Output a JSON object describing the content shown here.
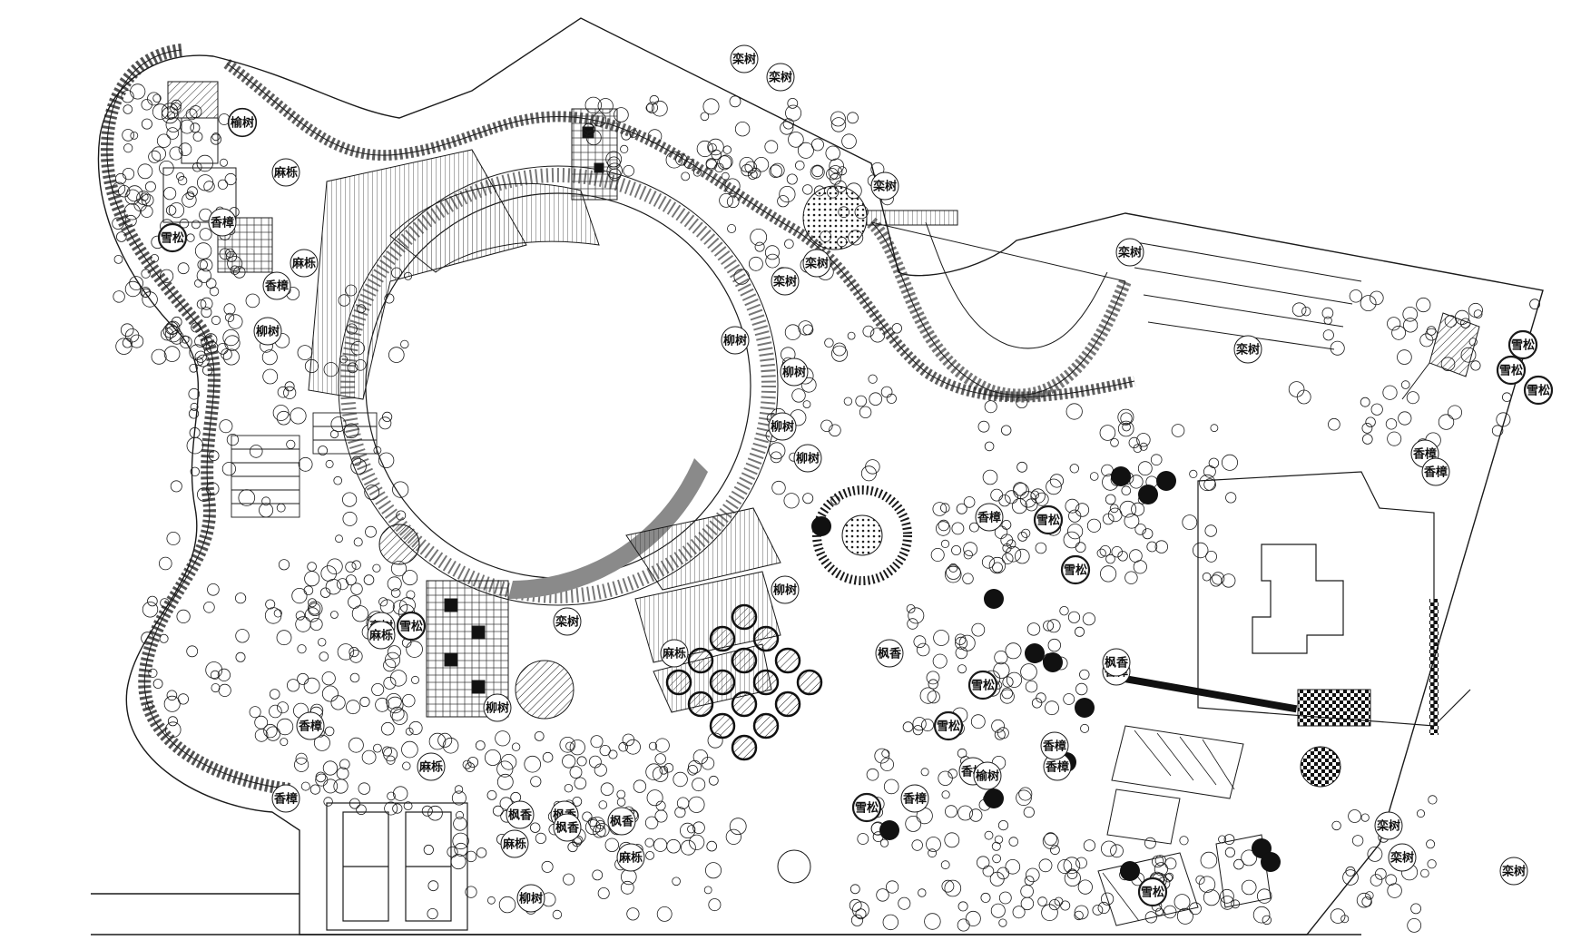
{
  "plan": {
    "colors": {
      "line": "#1a1a1a",
      "fill_dark": "#111111",
      "fill_gray": "#8a8a8a",
      "paper": "#ffffff"
    },
    "tree_labels": [
      {
        "text": "雪松"
      },
      {
        "text": "雪松"
      },
      {
        "text": "雪松"
      },
      {
        "text": "雪松"
      },
      {
        "text": "雪松"
      },
      {
        "text": "雪松"
      },
      {
        "text": "雪松"
      },
      {
        "text": "雪松"
      },
      {
        "text": "雪松"
      },
      {
        "text": "雪松"
      },
      {
        "text": "雪松"
      },
      {
        "text": "雪松"
      },
      {
        "text": "栾树"
      },
      {
        "text": "栾树"
      },
      {
        "text": "栾树"
      },
      {
        "text": "栾树"
      },
      {
        "text": "栾树"
      },
      {
        "text": "栾树"
      },
      {
        "text": "栾树"
      },
      {
        "text": "栾树"
      },
      {
        "text": "栾树"
      },
      {
        "text": "栾树"
      },
      {
        "text": "栾树"
      },
      {
        "text": "栾树"
      },
      {
        "text": "柳树"
      },
      {
        "text": "柳树"
      },
      {
        "text": "柳树"
      },
      {
        "text": "柳树"
      },
      {
        "text": "柳树"
      },
      {
        "text": "柳树"
      },
      {
        "text": "柳树"
      },
      {
        "text": "柳树"
      },
      {
        "text": "麻栎"
      },
      {
        "text": "麻栎"
      },
      {
        "text": "麻栎"
      },
      {
        "text": "麻栎"
      },
      {
        "text": "麻栎"
      },
      {
        "text": "麻栎"
      },
      {
        "text": "麻栎"
      },
      {
        "text": "香樟"
      },
      {
        "text": "香樟"
      },
      {
        "text": "香樟"
      },
      {
        "text": "香樟"
      },
      {
        "text": "香樟"
      },
      {
        "text": "香樟"
      },
      {
        "text": "香樟"
      },
      {
        "text": "香樟"
      },
      {
        "text": "香樟"
      },
      {
        "text": "香樟"
      },
      {
        "text": "香樟"
      },
      {
        "text": "香樟"
      },
      {
        "text": "枫香"
      },
      {
        "text": "枫香"
      },
      {
        "text": "枫香"
      },
      {
        "text": "枫香"
      },
      {
        "text": "枫香"
      },
      {
        "text": "枫香"
      },
      {
        "text": "榆树"
      },
      {
        "text": "榆树"
      }
    ]
  }
}
